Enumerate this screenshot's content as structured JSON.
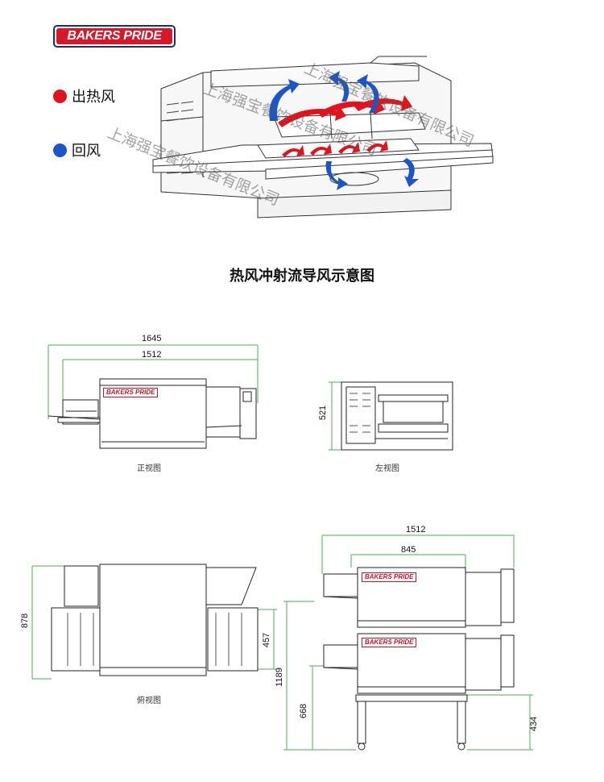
{
  "brand": {
    "logo_text": "BAKERS PRIDE",
    "logo_color": "#d5192b"
  },
  "legend": {
    "hot": {
      "label": "出热风",
      "color": "#e0141e"
    },
    "return": {
      "label": "回风",
      "color": "#1c55c8"
    }
  },
  "diagram_title": "热风冲射流导风示意图",
  "watermark": "上海强宝餐饮设备有限公司",
  "front_view": {
    "caption": "正视图",
    "dims": {
      "overall_width": "1645",
      "conveyor_width": "1512"
    }
  },
  "left_view": {
    "caption": "左视图",
    "dims": {
      "height": "521"
    }
  },
  "top_view": {
    "caption": "俯视图",
    "dims": {
      "depth": "878",
      "belt_width": "457"
    }
  },
  "stacked_view": {
    "dims": {
      "overall_width": "1512",
      "oven_width": "845",
      "total_height": "1189",
      "lower_oven_top": "668",
      "stand_height": "434"
    }
  },
  "icons": [
    "hot-air-dot-icon",
    "return-air-dot-icon"
  ]
}
